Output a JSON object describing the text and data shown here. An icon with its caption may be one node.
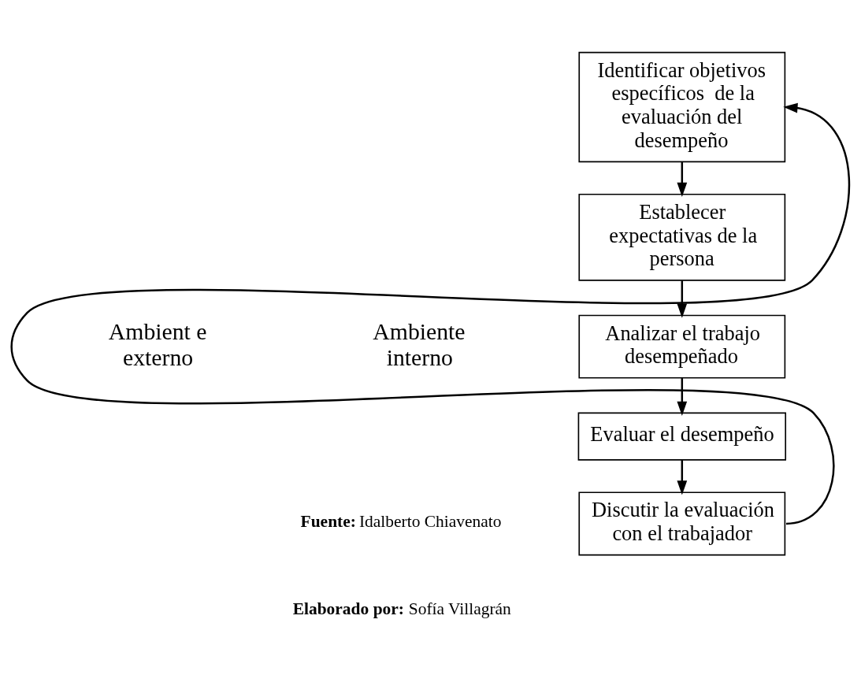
{
  "diagram": {
    "nodes": [
      {
        "text": [
          "Identificar objetivos específicos  de la evaluación del desempeño"
        ]
      },
      {
        "text": [
          "Establecer expectativas de la persona"
        ]
      },
      {
        "text": [
          "Analizar el trabajo desempeñado"
        ]
      },
      {
        "text": [
          "Evaluar el desempeño"
        ]
      },
      {
        "text": [
          "Discutir la evaluación con el trabajador"
        ]
      }
    ],
    "edges": [
      {
        "from": 0,
        "to": 1,
        "arrow": "to"
      },
      {
        "from": 1,
        "to": 2,
        "arrow": "to"
      },
      {
        "from": 2,
        "to": 3,
        "arrow": "to"
      },
      {
        "from": 3,
        "to": 4,
        "arrow": "to"
      },
      {
        "from": 4,
        "to": 0,
        "arrow": "to"
      }
    ],
    "labels": [
      "Ambient e externo",
      "Ambiente interno",
      "**Fuente:** Idalberto Chiavenato",
      "**Elaborado por:** Sofía Villagrán"
    ]
  }
}
